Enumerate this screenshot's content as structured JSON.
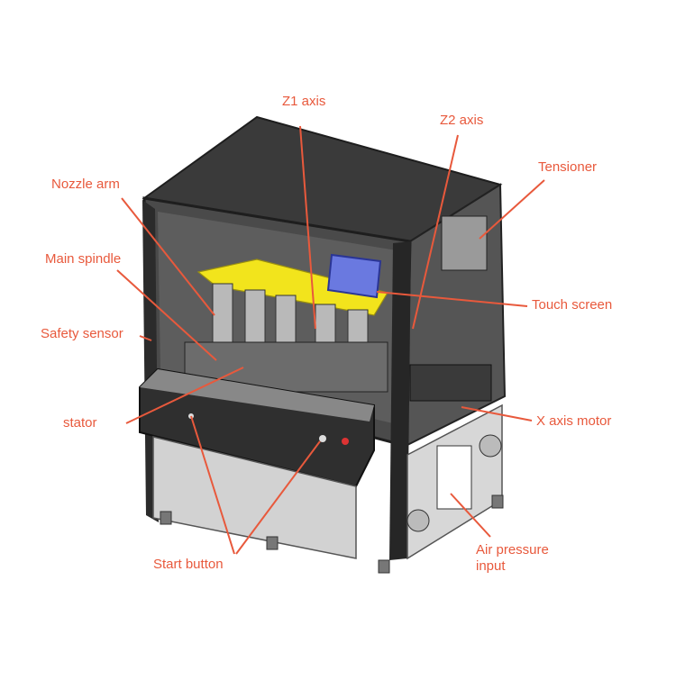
{
  "labels": {
    "z1_axis": "Z1 axis",
    "z2_axis": "Z2 axis",
    "tensioner": "Tensioner",
    "nozzle_arm": "Nozzle  arm",
    "main_spindle": "Main spindle",
    "touch_screen": "Touch screen",
    "safety_sensor": "Safety sensor",
    "stator": "stator",
    "x_axis_motor": "X axis motor",
    "air_pressure_input": "Air pressure input",
    "start_button": "Start button"
  },
  "colors": {
    "label_text": "#e8593c",
    "leader_line": "#e8593c",
    "frame": "#2a2a2a",
    "roof": "#3b3b3b",
    "glass": "#5a5a5a",
    "plate": "#f2e41c",
    "touch_screen": "#6a79e0",
    "cabinet": "#cfcfcf"
  }
}
